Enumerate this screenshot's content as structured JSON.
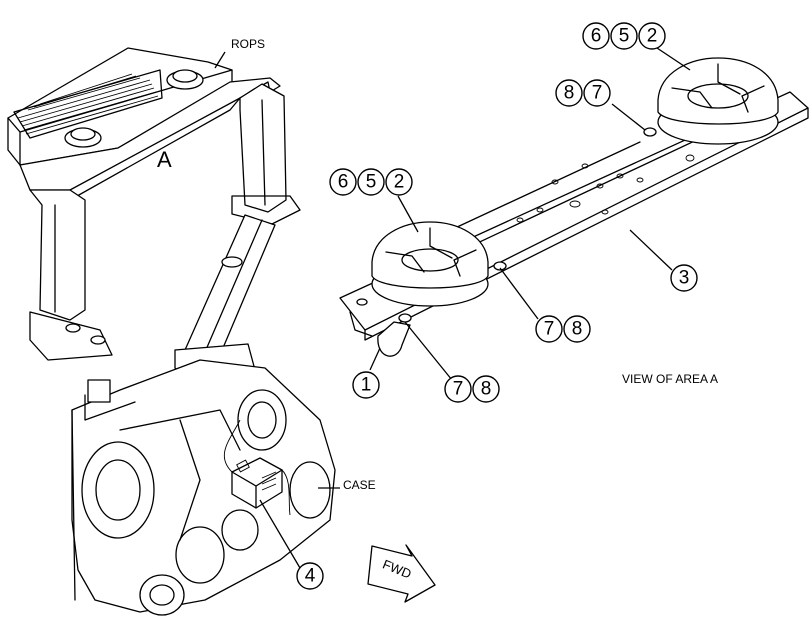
{
  "labels": {
    "rops": "ROPS",
    "area": "A",
    "case": "CASE",
    "view": "VIEW OF AREA  A",
    "fwd": "FWD"
  },
  "callouts": [
    "6",
    "5",
    "2",
    "8",
    "7",
    "6",
    "5",
    "2",
    "3",
    "7",
    "8",
    "1",
    "7",
    "8",
    "4"
  ]
}
